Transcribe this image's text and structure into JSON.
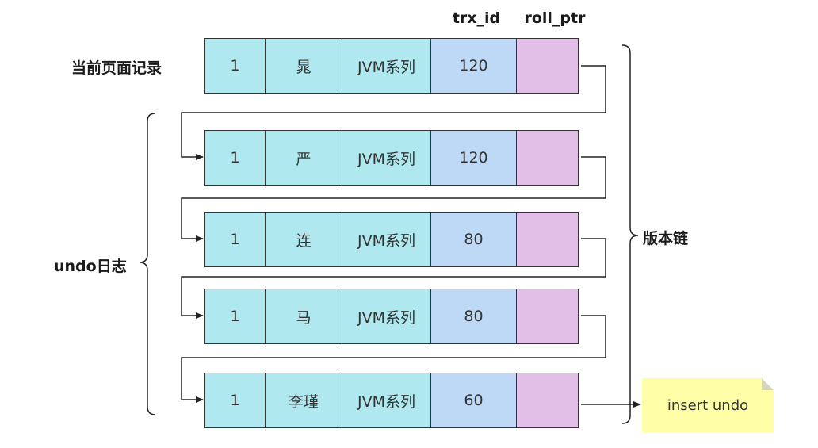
{
  "headers": {
    "trx_id": "trx_id",
    "roll_ptr": "roll_ptr"
  },
  "labels": {
    "current_record": "当前页面记录",
    "undo_log": "undo日志",
    "version_chain": "版本链"
  },
  "rows": [
    {
      "id": "1",
      "name": "晁",
      "desc": "JVM系列",
      "trx_id": "120"
    },
    {
      "id": "1",
      "name": "严",
      "desc": "JVM系列",
      "trx_id": "120"
    },
    {
      "id": "1",
      "name": "连",
      "desc": "JVM系列",
      "trx_id": "80"
    },
    {
      "id": "1",
      "name": "马",
      "desc": "JVM系列",
      "trx_id": "80"
    },
    {
      "id": "1",
      "name": "李瑾",
      "desc": "JVM系列",
      "trx_id": "60"
    }
  ],
  "note": "insert undo",
  "colors": {
    "cyan": "#b0e8ef",
    "blue": "#bdd9f6",
    "purple": "#e1bfe6",
    "note": "#ffffa8"
  }
}
